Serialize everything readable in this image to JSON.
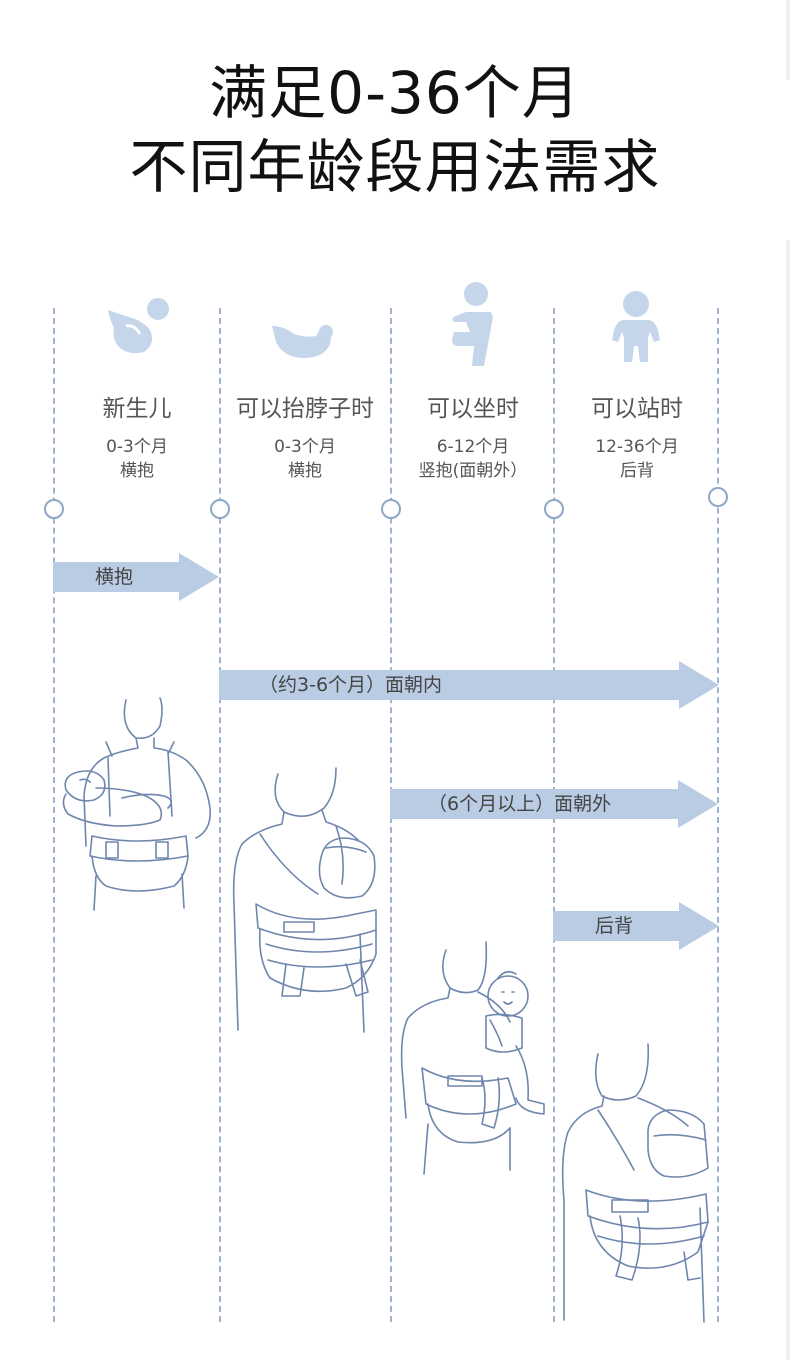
{
  "header": {
    "title_line1": "满足0-36个月",
    "title_line2": "不同年龄段用法需求"
  },
  "stages": [
    {
      "name": "新生儿",
      "age": "0-3个月",
      "mode": "横抱",
      "icon": "newborn-icon"
    },
    {
      "name": "可以抬脖子时",
      "age": "0-3个月",
      "mode": "横抱",
      "icon": "lifting-head-baby-icon"
    },
    {
      "name": "可以坐时",
      "age": "6-12个月",
      "mode": "竖抱(面朝外）",
      "icon": "sitting-baby-icon"
    },
    {
      "name": "可以站时",
      "age": "12-36个月",
      "mode": "后背",
      "icon": "standing-child-icon"
    }
  ],
  "arrows": [
    {
      "label": "横抱"
    },
    {
      "label": "（约3-6个月）面朝内"
    },
    {
      "label": "（6个月以上）面朝外"
    },
    {
      "label": "后背"
    }
  ],
  "illustrations": [
    "newborn-cradle-carry-illustration",
    "inward-facing-carry-illustration",
    "outward-facing-carry-illustration",
    "back-carry-illustration"
  ],
  "colors": {
    "accent": "#b9cce3",
    "icon": "#c5d5ea",
    "line": "#9fb3cf",
    "sketch": "#6f86ad"
  }
}
